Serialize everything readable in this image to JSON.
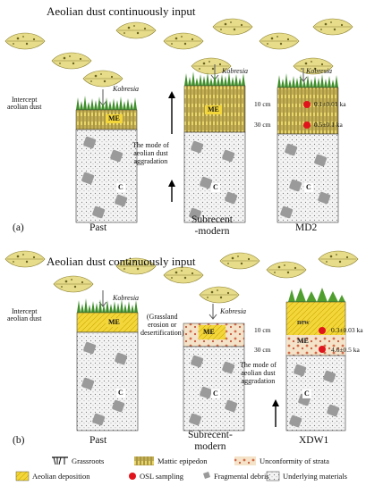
{
  "panel_a": {
    "header": "Aeolian dust continuously input",
    "panel_label": "(a)",
    "intercept_label": "Intercept\naeolian dust",
    "kobresia": "Kobresia",
    "mode_label": "The mode of\naeolian dust\naggradation",
    "columns": [
      {
        "caption": "Past",
        "me": "ME",
        "c": "C"
      },
      {
        "caption": "Subrecent\n-modern",
        "me": "ME",
        "c": "C"
      },
      {
        "caption": "MD2",
        "c": "C"
      }
    ],
    "depths": [
      "10 cm",
      "30 cm"
    ],
    "ages": [
      "0.1±0.01 ka",
      "0.5±0.1 ka"
    ]
  },
  "panel_b": {
    "header": "Aeolian dust continuously input",
    "panel_label": "(b)",
    "intercept_label": "Intercept\naeolian dust",
    "kobresia": "Kobresia",
    "erosion_label": "(Grassland\nerosion or\ndesertification)",
    "mode_label": "The mode of\naeolian dust\naggradation",
    "columns": [
      {
        "caption": "Past",
        "me": "ME",
        "c": "C"
      },
      {
        "caption": "Subrecent-\nmodern",
        "me": "ME",
        "c": "C"
      },
      {
        "caption": "XDW1",
        "new": "new",
        "me": "ME",
        "c": "C"
      }
    ],
    "depths": [
      "10 cm",
      "30 cm"
    ],
    "ages": [
      "0.3±0.03 ka",
      "4.6±0.5 ka"
    ]
  },
  "legend": {
    "grassroots": "Grassroots",
    "mattic": "Mattic epipedon",
    "unconformity": "Unconformity of strata",
    "aeolian": "Aeolian deposition",
    "osl": "OSL sampling",
    "debris": "Fragmental debris",
    "underlying": "Underlying materials"
  },
  "colors": {
    "grass": "#3f8f2a",
    "deposition": "#f2d22a",
    "mattic": "#d8b63a",
    "osl": "#e0141c",
    "debris": "#9a9a9a"
  }
}
